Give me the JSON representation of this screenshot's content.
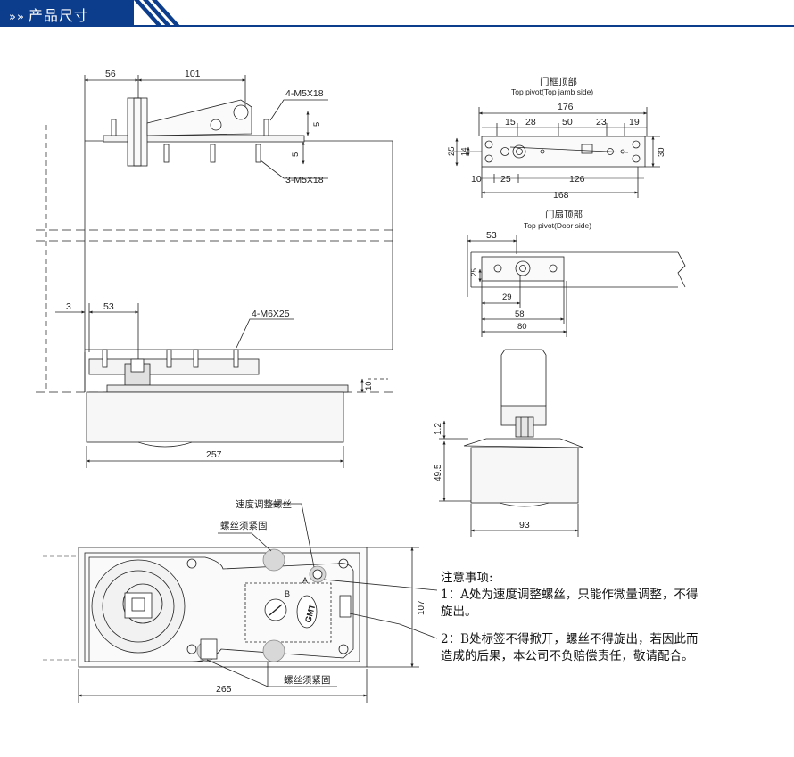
{
  "header": {
    "title": "产品尺寸",
    "chevron_icon": "double-chevron-right-icon",
    "color": "#0c3d8c"
  },
  "side_view": {
    "dim_top_left": "56",
    "dim_top_span": "101",
    "screw_top": "4-M5X18",
    "dim_small_right": "5",
    "dim_small_mid": "5",
    "screw_bottom": "3-M5X18",
    "dim_left_offset": "3",
    "dim_left_span": "53",
    "screw_door": "4-M6X25",
    "dim_depth": "10",
    "dim_length": "257"
  },
  "jamb_pivot": {
    "title_cn": "门框顶部",
    "title_en": "Top pivot(Top jamb side)",
    "dim_overall": "176",
    "dim_a": "15",
    "dim_b": "28",
    "dim_c": "50",
    "dim_d": "23",
    "dim_e": "19",
    "dim_h1": "25",
    "dim_h2": "14",
    "dim_height": "30",
    "dim_f": "10",
    "dim_g": "25",
    "dim_h": "126",
    "dim_total": "168"
  },
  "door_pivot": {
    "title_cn": "门扇顶部",
    "title_en": "Top pivot(Door side)",
    "dim_top": "53",
    "dim_left": "25",
    "dim_a": "29",
    "dim_b": "58",
    "dim_c": "80"
  },
  "end_view": {
    "dim_gap": "1.2",
    "dim_height": "49.5",
    "dim_width": "93"
  },
  "plan_view": {
    "label_speed_screw": "速度调整螺丝",
    "label_lock_screw_top": "螺丝须紧固",
    "label_lock_screw_bottom": "螺丝须紧固",
    "mark_a": "A",
    "mark_b": "B",
    "brand": "GMT",
    "dim_width": "107",
    "dim_length": "265"
  },
  "notes": {
    "title": "注意事项:",
    "item1_line1": "1：A处为速度调整螺丝，只能作微量调整，不得",
    "item1_line2": "旋出。",
    "item2_line1": "2：B处标签不得掀开，螺丝不得旋出，若因此而",
    "item2_line2": "造成的后果，本公司不负赔偿责任，敬请配合。"
  }
}
